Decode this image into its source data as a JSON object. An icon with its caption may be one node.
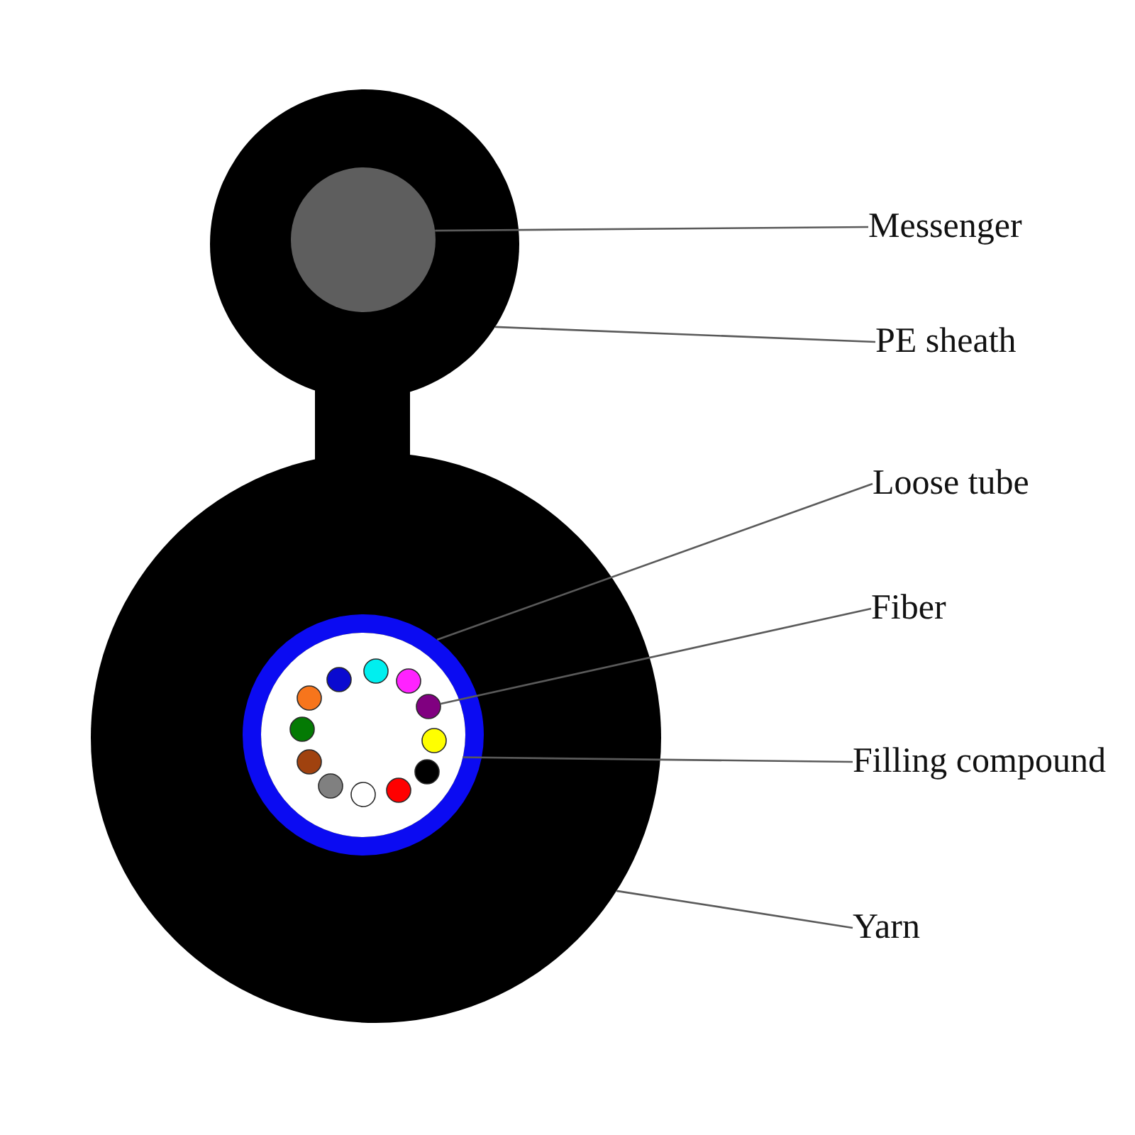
{
  "diagram": {
    "nodes": [
      {
        "text": [],
        "shape": "circle"
      },
      {
        "text": [],
        "shape": "circle",
        "in": 0
      },
      {
        "text": [],
        "shape": "circle"
      },
      {
        "text": [],
        "shape": "ring",
        "in": 2
      },
      {
        "text": [],
        "shape": "circle",
        "in": 3
      },
      {
        "text": [],
        "shape": "circle",
        "in": 4
      },
      {
        "text": [
          "Messenger"
        ]
      },
      {
        "text": [
          "PE sheath"
        ]
      },
      {
        "text": [
          "Loose tube"
        ]
      },
      {
        "text": [
          "Fiber"
        ]
      },
      {
        "text": [
          "Filling compound"
        ]
      },
      {
        "text": [
          "Yarn"
        ]
      }
    ],
    "edges": [
      {
        "from": 6,
        "to": 1,
        "arrow": "none"
      },
      {
        "from": 7,
        "to": 0,
        "arrow": "none"
      },
      {
        "from": 8,
        "to": 3,
        "arrow": "none"
      },
      {
        "from": 9,
        "to": 5,
        "arrow": "none"
      },
      {
        "from": 10,
        "to": 4,
        "arrow": "none"
      },
      {
        "from": 11,
        "to": 2,
        "arrow": "none"
      }
    ]
  }
}
